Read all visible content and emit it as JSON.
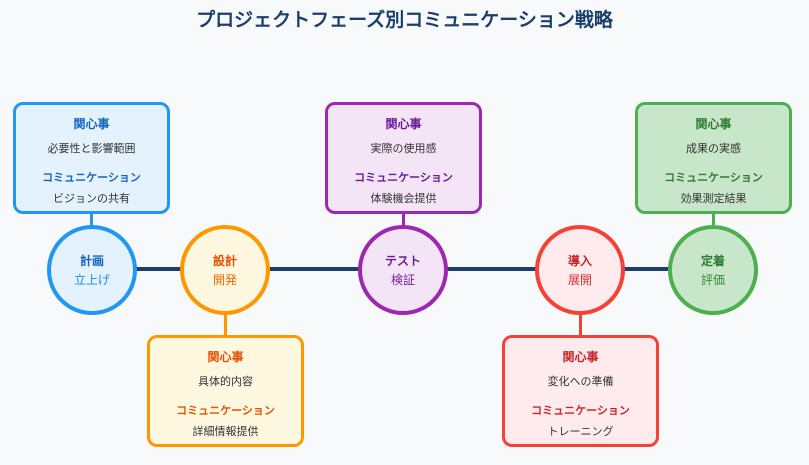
{
  "title": "プロジェクトフェーズ別コミュニケーション戦略",
  "colors": {
    "timeline": "#1e3f6e",
    "title": "#1a3f6b"
  },
  "phases": [
    {
      "name": "計画",
      "sub": "立上げ",
      "card_position": "top",
      "concern_label": "関心事",
      "concern": "必要性と影響範囲",
      "comm_label": "コミュニケーション",
      "comm": "ビジョンの共有",
      "border": "#2196f3",
      "fill": "#e3f2fd",
      "text": "#1565c0",
      "sub_text": "#1e88e5"
    },
    {
      "name": "設計",
      "sub": "開発",
      "card_position": "bottom",
      "concern_label": "関心事",
      "concern": "具体的内容",
      "comm_label": "コミュニケーション",
      "comm": "詳細情報提供",
      "border": "#ff9800",
      "fill": "#fff8e1",
      "text": "#e65100",
      "sub_text": "#ef6c00"
    },
    {
      "name": "テスト",
      "sub": "検証",
      "card_position": "top",
      "concern_label": "関心事",
      "concern": "実際の使用感",
      "comm_label": "コミュニケーション",
      "comm": "体験機会提供",
      "border": "#9c27b0",
      "fill": "#f3e5f5",
      "text": "#6a1b9a",
      "sub_text": "#7b1fa2"
    },
    {
      "name": "導入",
      "sub": "展開",
      "card_position": "bottom",
      "concern_label": "関心事",
      "concern": "変化への準備",
      "comm_label": "コミュニケーション",
      "comm": "トレーニング",
      "border": "#f44336",
      "fill": "#ffebee",
      "text": "#c62828",
      "sub_text": "#d32f2f"
    },
    {
      "name": "定着",
      "sub": "評価",
      "card_position": "top",
      "concern_label": "関心事",
      "concern": "成果の実感",
      "comm_label": "コミュニケーション",
      "comm": "効果測定結果",
      "border": "#4caf50",
      "fill": "#c8e6c9",
      "text": "#2e7d32",
      "sub_text": "#388e3c"
    }
  ]
}
